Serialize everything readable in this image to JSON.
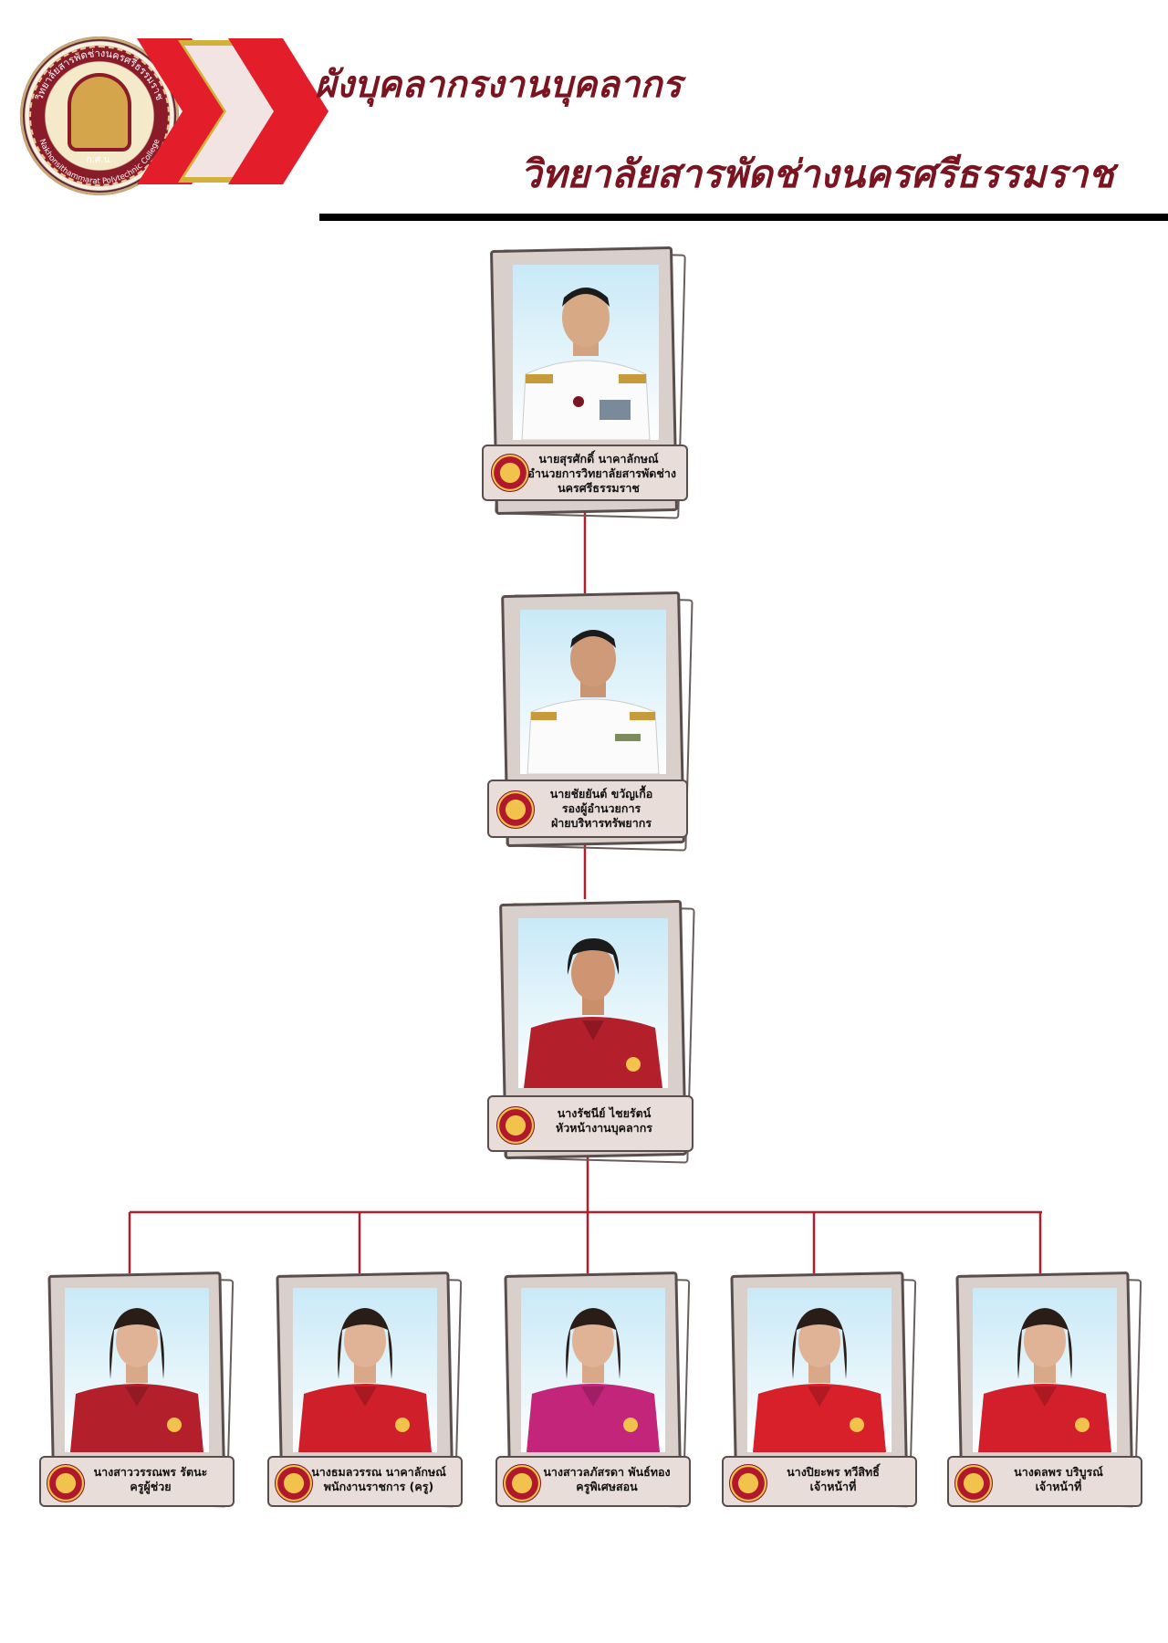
{
  "header": {
    "title_line1": "ผังบุคลากรงานบุคลากร",
    "title_line2": "วิทยาลัยสารพัดช่างนครศรีธรรมราช",
    "logo_ring_text_th": "วิทยาลัยสารพัดช่างนครศรีธรรมราช",
    "logo_ring_text_en": "Nakhonsithammarat Polytechnic College",
    "logo_initials": "ก.ศ.น.",
    "colors": {
      "title": "#7a1420",
      "chevron_red": "#e31e2a",
      "chevron_cream": "#f2e4e3",
      "chevron_gold": "#d2b23a",
      "connector": "#b01e2d"
    }
  },
  "staff": {
    "director": {
      "name": "นายสุรศักดิ์ นาคาลักษณ์",
      "position": "ผู้อำนวยการวิทยาลัยสารพัดช่าง",
      "position2": "นครศรีธรรมราช",
      "attire": "white uniform"
    },
    "deputy": {
      "name": "นายชัยยันต์ ขวัญเกื้อ",
      "position": "รองผู้อำนวยการ",
      "position2": "ฝ่ายบริหารทรัพยากร",
      "attire": "white uniform"
    },
    "head": {
      "name": "นางรัชนีย์ ไชยรัตน์",
      "position": "หัวหน้างานบุคลากร",
      "attire": "red shirt"
    },
    "members": [
      {
        "name": "นางสาววรรณพร รัตนะ",
        "position": "ครูผู้ช่วย",
        "shirt": "#b3202c"
      },
      {
        "name": "นางธมลวรรณ นาคาลักษณ์",
        "position": "พนักงานราชการ (ครู)",
        "shirt": "#cf1f2a"
      },
      {
        "name": "นางสาวลภัสรดา พันธ์ทอง",
        "position": "ครูพิเศษสอน",
        "shirt": "#c2257a"
      },
      {
        "name": "นางปิยะพร ทวีสิทธิ์",
        "position": "เจ้าหน้าที่",
        "shirt": "#d8202b"
      },
      {
        "name": "นางดลพร บริบูรณ์",
        "position": "เจ้าหน้าที่",
        "shirt": "#d21f2b"
      }
    ]
  }
}
